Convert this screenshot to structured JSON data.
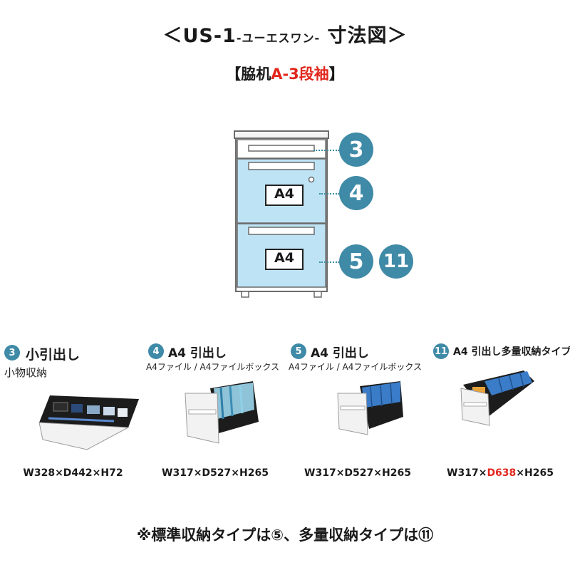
{
  "header": {
    "title_open": "＜US-1",
    "title_small": "-ユーエスワン-",
    "title_close": "寸法図＞",
    "subtitle_prefix": "【脇机",
    "subtitle_red": "A-3段袖",
    "subtitle_suffix": "】"
  },
  "cabinet": {
    "drawer_label_upper": "A4",
    "drawer_label_lower": "A4",
    "callouts": [
      "3",
      "4",
      "5",
      "11"
    ],
    "colors": {
      "drawer": "#bde3f5",
      "badge": "#3f8aa7",
      "outline": "#6b6b6b"
    }
  },
  "drawers": [
    {
      "badge": "3",
      "title": "小引出し",
      "subtitle": "小物収納",
      "dims_pre": "W328×D442×H72",
      "dims_red": "",
      "dims_post": ""
    },
    {
      "badge": "4",
      "title": "A4 引出し",
      "subtitle": "A4ファイル / A4ファイルボックス",
      "dims_pre": "W317×D527×H265",
      "dims_red": "",
      "dims_post": ""
    },
    {
      "badge": "5",
      "title": "A4 引出し",
      "subtitle": "A4ファイル / A4ファイルボックス",
      "dims_pre": "W317×D527×H265",
      "dims_red": "",
      "dims_post": ""
    },
    {
      "badge": "11",
      "title": "A4 引出し多量収納タイプ",
      "subtitle": "",
      "dims_pre": "W317×",
      "dims_red": "D638",
      "dims_post": "×H265"
    }
  ],
  "footer": {
    "note": "※標準収納タイプは⑤、多量収納タイプは⑪"
  },
  "accent_red": "#e1261c"
}
